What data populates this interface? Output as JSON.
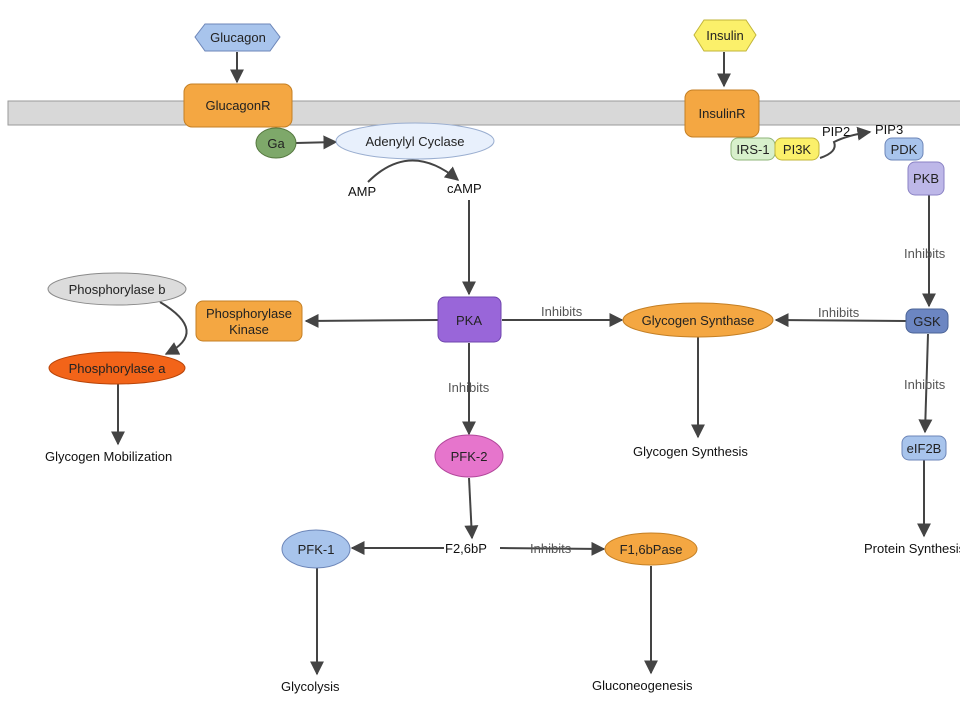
{
  "colors": {
    "membrane_fill": "#d8d8d8",
    "membrane_stroke": "#9a9a9a",
    "orange": "#f4a742",
    "blue": "#a8c4ec",
    "yellow": "#fbf06a",
    "green": "#7ea86a",
    "light_green": "#d8f0cc",
    "lavender": "#bdb7e8",
    "pale_blue": "#e8f0fc",
    "grey": "#dcdcdc",
    "purple": "#9966d9",
    "pink": "#e675cc",
    "dark_orange": "#f26419",
    "gsk": "#6c86c2",
    "edge": "#444444"
  },
  "nodes": {
    "glucagon": "Glucagon",
    "glucagon_r": "GlucagonR",
    "ga": "Ga",
    "adenylyl_cyclase": "Adenylyl Cyclase",
    "insulin": "Insulin",
    "insulin_r": "InsulinR",
    "irs1": "IRS-1",
    "pi3k": "PI3K",
    "pdk": "PDK",
    "pkb": "PKB",
    "gsk": "GSK",
    "eif2b": "eIF2B",
    "pka": "PKA",
    "phosphorylase_kinase_line1": "Phosphorylase",
    "phosphorylase_kinase_line2": "Kinase",
    "phosphorylase_b": "Phosphorylase b",
    "phosphorylase_a": "Phosphorylase a",
    "glycogen_synthase": "Glycogen Synthase",
    "pfk2": "PFK-2",
    "pfk1": "PFK-1",
    "f16bpase": "F1,6bPase"
  },
  "labels": {
    "amp": "AMP",
    "camp": "cAMP",
    "pip2": "PIP2",
    "pip3": "PIP3",
    "f26bp": "F2,6bP",
    "glycogen_mobilization": "Glycogen Mobilization",
    "glycogen_synthesis": "Glycogen Synthesis",
    "protein_synthesis": "Protein Synthesis",
    "glycolysis": "Glycolysis",
    "gluconeogenesis": "Gluconeogenesis"
  },
  "edge_labels": {
    "pka_gs": "Inhibits",
    "gsk_gs": "Inhibits",
    "pkb_gsk": "Inhibits",
    "gsk_eif2b": "Inhibits",
    "pka_pfk2": "Inhibits",
    "f26bp_f16bpase": "Inhibits"
  }
}
